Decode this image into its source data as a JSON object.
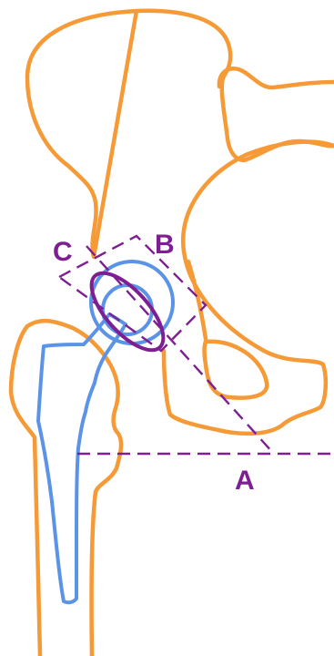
{
  "colors": {
    "bone": "#F59A36",
    "implant": "#5B93E6",
    "annotation": "#7D1F92",
    "background": "#FFFFFF"
  },
  "labels": {
    "a": "A",
    "b": "B",
    "c": "C"
  }
}
